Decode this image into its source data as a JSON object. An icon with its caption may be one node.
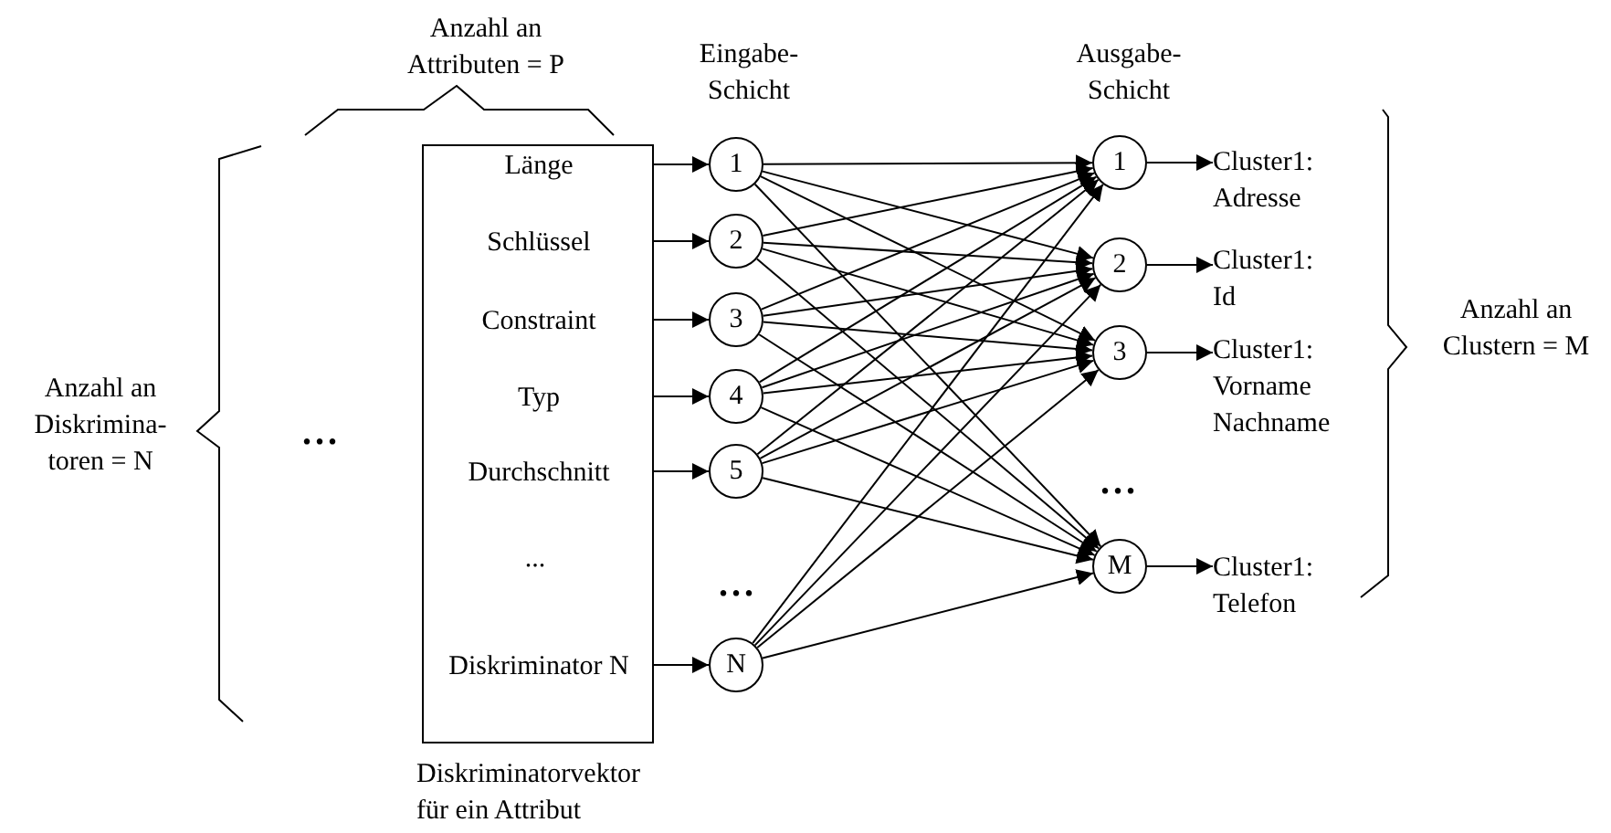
{
  "diagram": {
    "nodes": [
      {
        "text": [],
        "shape": "box",
        "beside": [
          "Diskriminatorvektor für ein Attribut"
        ]
      },
      {
        "text": [
          "Länge"
        ],
        "in": 0
      },
      {
        "text": [
          "Schlüssel"
        ],
        "in": 0
      },
      {
        "text": [
          "Constraint"
        ],
        "in": 0
      },
      {
        "text": [
          "Typ"
        ],
        "in": 0
      },
      {
        "text": [
          "Durchschnitt"
        ],
        "in": 0
      },
      {
        "text": [
          "Diskriminator N"
        ],
        "in": 0
      },
      {
        "text": [
          "1"
        ]
      },
      {
        "text": [
          "2"
        ]
      },
      {
        "text": [
          "3"
        ]
      },
      {
        "text": [
          "4"
        ]
      },
      {
        "text": [
          "5"
        ]
      },
      {
        "text": [
          "N"
        ]
      },
      {
        "text": [
          "1"
        ]
      },
      {
        "text": [
          "2"
        ]
      },
      {
        "text": [
          "3"
        ]
      },
      {
        "text": [
          "M"
        ]
      },
      {
        "text": [
          "Cluster1: Adresse"
        ]
      },
      {
        "text": [
          "Cluster1: Id"
        ]
      },
      {
        "text": [
          "Cluster1: Vorname Nachname"
        ]
      },
      {
        "text": [
          "Cluster1: Telefon"
        ]
      }
    ],
    "edges": [
      {
        "from": 1,
        "to": 7,
        "arrow": "to"
      },
      {
        "from": 2,
        "to": 8,
        "arrow": "to"
      },
      {
        "from": 3,
        "to": 9,
        "arrow": "to"
      },
      {
        "from": 4,
        "to": 10,
        "arrow": "to"
      },
      {
        "from": 5,
        "to": 11,
        "arrow": "to"
      },
      {
        "from": 6,
        "to": 12,
        "arrow": "to"
      },
      {
        "from": 7,
        "to": 13,
        "arrow": "to"
      },
      {
        "from": 7,
        "to": 14,
        "arrow": "to"
      },
      {
        "from": 7,
        "to": 15,
        "arrow": "to"
      },
      {
        "from": 7,
        "to": 16,
        "arrow": "to"
      },
      {
        "from": 8,
        "to": 13,
        "arrow": "to"
      },
      {
        "from": 8,
        "to": 14,
        "arrow": "to"
      },
      {
        "from": 8,
        "to": 15,
        "arrow": "to"
      },
      {
        "from": 8,
        "to": 16,
        "arrow": "to"
      },
      {
        "from": 9,
        "to": 13,
        "arrow": "to"
      },
      {
        "from": 9,
        "to": 14,
        "arrow": "to"
      },
      {
        "from": 9,
        "to": 15,
        "arrow": "to"
      },
      {
        "from": 9,
        "to": 16,
        "arrow": "to"
      },
      {
        "from": 10,
        "to": 13,
        "arrow": "to"
      },
      {
        "from": 10,
        "to": 14,
        "arrow": "to"
      },
      {
        "from": 10,
        "to": 15,
        "arrow": "to"
      },
      {
        "from": 10,
        "to": 16,
        "arrow": "to"
      },
      {
        "from": 11,
        "to": 13,
        "arrow": "to"
      },
      {
        "from": 11,
        "to": 14,
        "arrow": "to"
      },
      {
        "from": 11,
        "to": 15,
        "arrow": "to"
      },
      {
        "from": 11,
        "to": 16,
        "arrow": "to"
      },
      {
        "from": 12,
        "to": 13,
        "arrow": "to"
      },
      {
        "from": 12,
        "to": 14,
        "arrow": "to"
      },
      {
        "from": 12,
        "to": 15,
        "arrow": "to"
      },
      {
        "from": 12,
        "to": 16,
        "arrow": "to"
      },
      {
        "from": 13,
        "to": 17,
        "arrow": "to"
      },
      {
        "from": 14,
        "to": 18,
        "arrow": "to"
      },
      {
        "from": 15,
        "to": 19,
        "arrow": "to"
      },
      {
        "from": 16,
        "to": 20,
        "arrow": "to"
      }
    ],
    "labels": [
      "Anzahl an Attributen = P",
      "Eingabe- Schicht",
      "Ausgabe- Schicht",
      "Anzahl an Diskrimina- toren = N",
      "...",
      "...",
      "...",
      "Anzahl an Clustern = M",
      "..."
    ]
  }
}
